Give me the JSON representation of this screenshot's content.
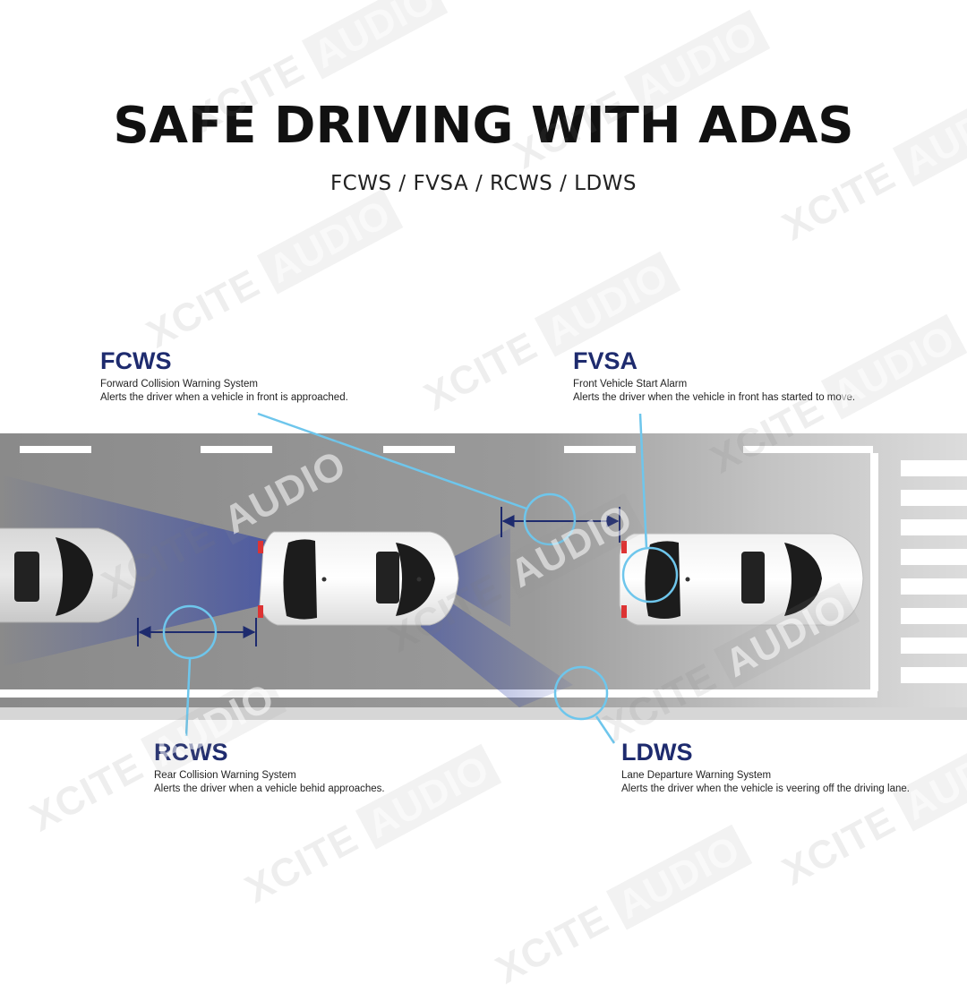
{
  "header": {
    "title": "SAFE DRIVING WITH ADAS",
    "subtitle": "FCWS / FVSA / RCWS / LDWS"
  },
  "features": {
    "fcws": {
      "code": "FCWS",
      "name": "Forward Collision Warning System",
      "desc": "Alerts the driver when a vehicle in front is approached."
    },
    "fvsa": {
      "code": "FVSA",
      "name": "Front Vehicle Start Alarm",
      "desc": "Alerts the driver when the vehicle in front has started to move."
    },
    "rcws": {
      "code": "RCWS",
      "name": "Rear Collision Warning System",
      "desc": "Alerts the driver when a vehicle behid approaches."
    },
    "ldws": {
      "code": "LDWS",
      "name": "Lane Departure Warning System",
      "desc": "Alerts the driver when the vehicle is veering off the driving lane."
    }
  },
  "watermark": {
    "word1": "XCITE",
    "word2": "AUDIO"
  },
  "colors": {
    "accent": "#1e2b6e",
    "callout": "#6ec6ec",
    "road": "#8e8e8e",
    "beam": "#2a3ea8"
  }
}
